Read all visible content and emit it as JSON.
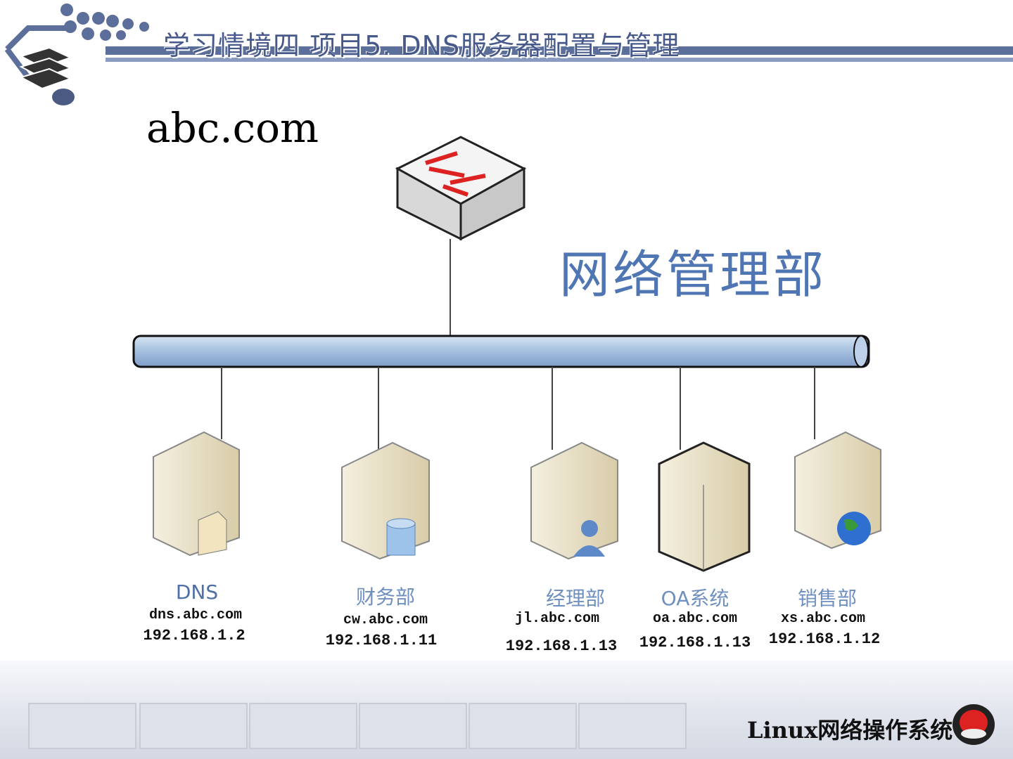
{
  "header": {
    "title": "学习情境四  项目5.  DNS服务器配置与管理",
    "logo_icon": "books-mouse-icon"
  },
  "diagram": {
    "domain": "abc.com",
    "department": "网络管理部",
    "switch_icon": "network-switch-icon",
    "nodes": [
      {
        "name": "DNS",
        "host": "dns.abc.com",
        "ip": "192.168.1.2",
        "icon": "folder-server-icon"
      },
      {
        "name": "财务部",
        "host": "cw.abc.com",
        "ip": "192.168.1.11",
        "icon": "database-server-icon"
      },
      {
        "name": "经理部",
        "host": "jl.abc.com",
        "ip": "192.168.1.13",
        "icon": "user-server-icon"
      },
      {
        "name": "OA系统",
        "host": "oa.abc.com",
        "ip": "192.168.1.13",
        "icon": "cabinet-server-icon"
      },
      {
        "name": "销售部",
        "host": "xs.abc.com",
        "ip": "192.168.1.12",
        "icon": "globe-server-icon"
      }
    ]
  },
  "footer": {
    "text": "Linux网络操作系统",
    "logo_icon": "redhat-logo-icon"
  },
  "colors": {
    "title": "#47598a",
    "bus": "#a8c2e0",
    "dept": "#4f76b3",
    "server": "#ece4cc"
  }
}
